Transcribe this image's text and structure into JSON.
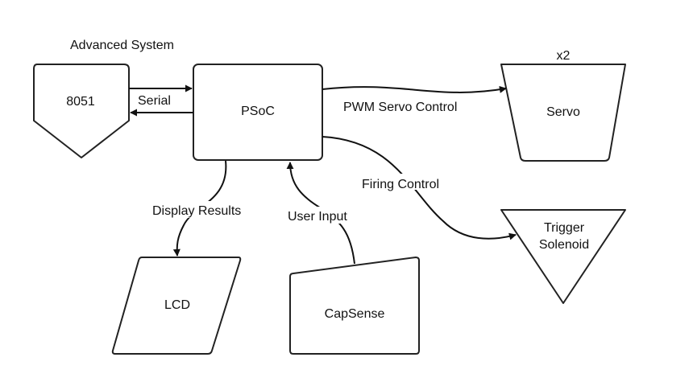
{
  "diagram": {
    "title": "Advanced System",
    "nodes": {
      "n8051": "8051",
      "psoc": "PSoC",
      "servo": "Servo",
      "servo_multiplier": "x2",
      "trigger_line1": "Trigger",
      "trigger_line2": "Solenoid",
      "lcd": "LCD",
      "capsense": "CapSense"
    },
    "edges": {
      "serial": "Serial",
      "pwm": "PWM Servo Control",
      "firing": "Firing Control",
      "display": "Display Results",
      "user_input": "User Input"
    }
  }
}
